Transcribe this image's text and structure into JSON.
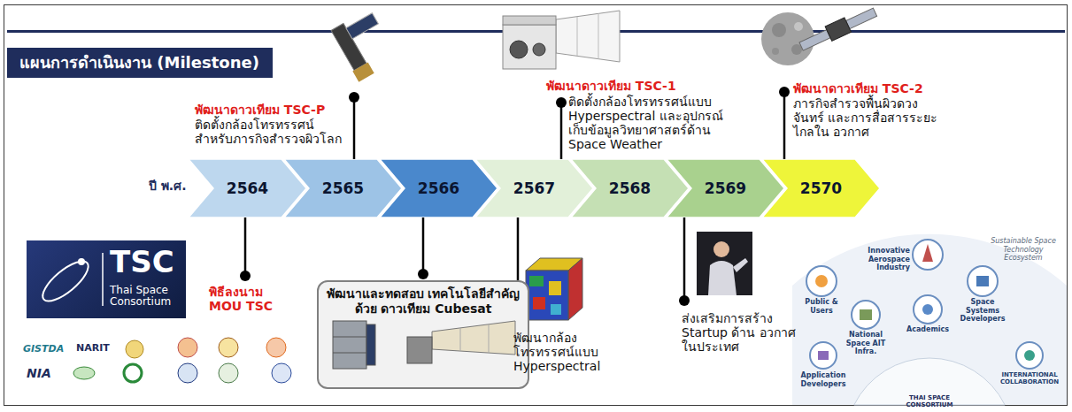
{
  "diagram": {
    "title": "แผนการดำเนินงาน (Milestone)",
    "nodes": [
      {
        "text": [
          "2564"
        ]
      },
      {
        "text": [
          "2565"
        ]
      },
      {
        "text": [
          "2566"
        ]
      },
      {
        "text": [
          "2567"
        ]
      },
      {
        "text": [
          "2568"
        ]
      },
      {
        "text": [
          "2569"
        ]
      },
      {
        "text": [
          "2570"
        ]
      },
      {
        "text": [
          "พัฒนาและทดสอบ เทคโนโลยีสำคัญด้วย ดาวเทียม Cubesat"
        ]
      },
      {
        "text": [
          "TSC",
          "Thai Space Consortium"
        ]
      }
    ],
    "edges": [
      {
        "from": 2,
        "to": 7,
        "arrow": "none"
      }
    ],
    "labels": [
      "ปี พ.ศ.",
      "พัฒนาดาวเทียม TSC-P",
      "ติดตั้งกล้องโทรทรรศน์ สำหรับภารกิจสำรวจผิวโลก",
      "พัฒนาดาวเทียม TSC-1",
      "ติดตั้งกล้องโทรทรรศน์แบบ Hyperspectral และอุปกรณ์ เก็บข้อมูลวิทยาศาสตร์ด้าน Space Weather",
      "พัฒนาดาวเทียม TSC-2",
      "ภารกิจสำรวจพื้นผิวดวงจันทร์ และการสื่อสารระยะไกลใน อวกาศ",
      "พิธีลงนาม MOU TSC",
      "พัฒนากล้อง โทรทรรศน์แบบ Hyperspectral",
      "ส่งเสริมการสร้าง Startup ด้าน อวกาศในประเทศ",
      "GISTDA",
      "NARIT",
      "NIA",
      "Sustainable Space Technology Ecosystem",
      "Innovative Aerospace Industry",
      "Public & Users",
      "Space Systems Developers",
      "National Space AIT Infra.",
      "Academics",
      "Application Developers",
      "INTERNATIONAL COLLABORATION",
      "THAI SPACE CONSORTIUM"
    ]
  }
}
